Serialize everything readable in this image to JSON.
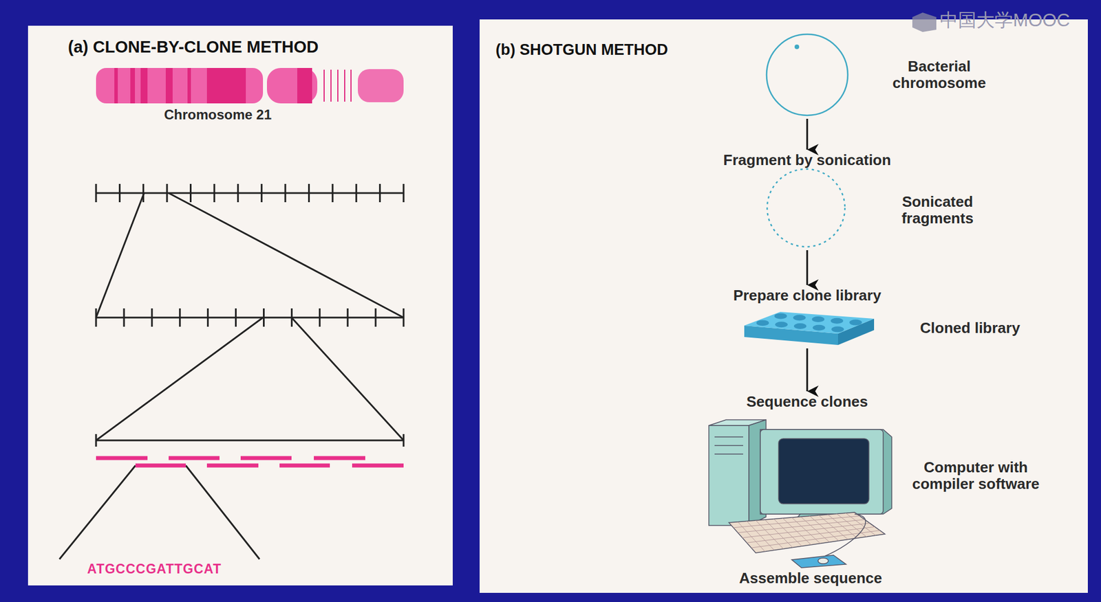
{
  "diagram": {
    "nodes": [
      {
        "text": [
          "(a) CLONE-BY-CLONE METHOD"
        ]
      },
      {
        "text": [
          "Chromosome 21"
        ],
        "in": 0
      },
      {
        "text": [
          "(b) SHOTGUN METHOD"
        ]
      },
      {
        "text": [
          "Bacterial chromosome"
        ],
        "in": 2
      },
      {
        "text": [
          "Fragment by sonication",
          "Sonicated fragments"
        ],
        "in": 2
      },
      {
        "text": [
          "Prepare clone library",
          "Cloned library"
        ],
        "in": 2
      },
      {
        "text": [
          "Sequence clones",
          "Computer with compiler software",
          "Assemble sequence"
        ],
        "in": 2
      }
    ],
    "edges": [
      {
        "from": 3,
        "to": 4,
        "arrow": "to"
      },
      {
        "from": 4,
        "to": 5,
        "arrow": "to"
      },
      {
        "from": 5,
        "to": 6,
        "arrow": "to"
      }
    ],
    "labels": [
      "ATGCCCGATTGCAT",
      "中国大学MOOC"
    ]
  }
}
